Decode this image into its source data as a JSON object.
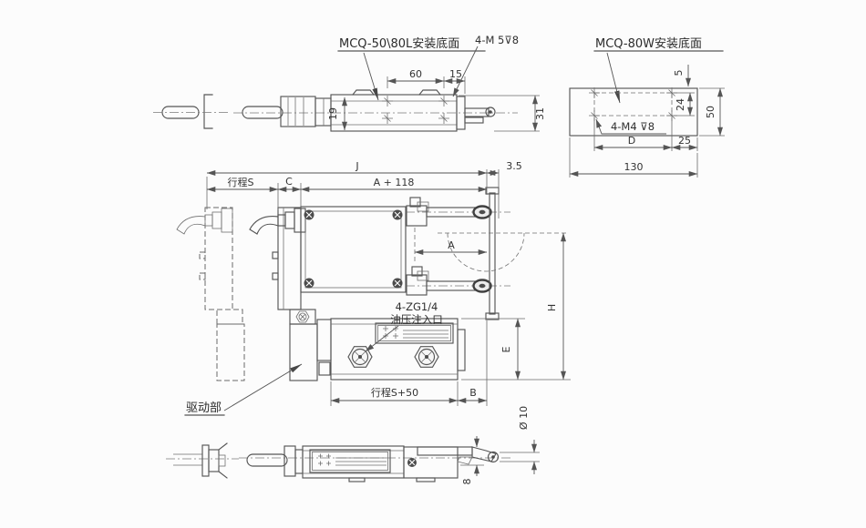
{
  "colors": {
    "background": "#fcfcfc",
    "line": "#565656",
    "text": "#333333"
  },
  "views": {
    "top_left": {
      "title": "MCQ-50\\80L安装底面",
      "thread_note": "4-M 5⊽8",
      "dim_60": "60",
      "dim_15": "15",
      "dim_19": "19",
      "dim_31": "31"
    },
    "top_right": {
      "title": "MCQ-80W安装底面",
      "thread_note": "4-M4 ⊽8",
      "dim_5": "5",
      "dim_24": "24",
      "dim_50": "50",
      "dim_D": "D",
      "dim_25": "25",
      "dim_130": "130"
    },
    "main": {
      "dim_J": "J",
      "dim_3_5": "3.5",
      "dim_stroke": "行程S",
      "dim_C": "C",
      "dim_A118": "A + 118",
      "dim_A": "A",
      "dim_H": "H",
      "dim_E": "E",
      "dim_B": "B",
      "dim_stroke50": "行程S+50",
      "port_note_line1": "4-ZG1/4",
      "port_note_line2": "油压注入口",
      "drive_label": "驱动部"
    },
    "side": {
      "dim_dia10": "Ø 10",
      "dim_8": "8"
    }
  }
}
